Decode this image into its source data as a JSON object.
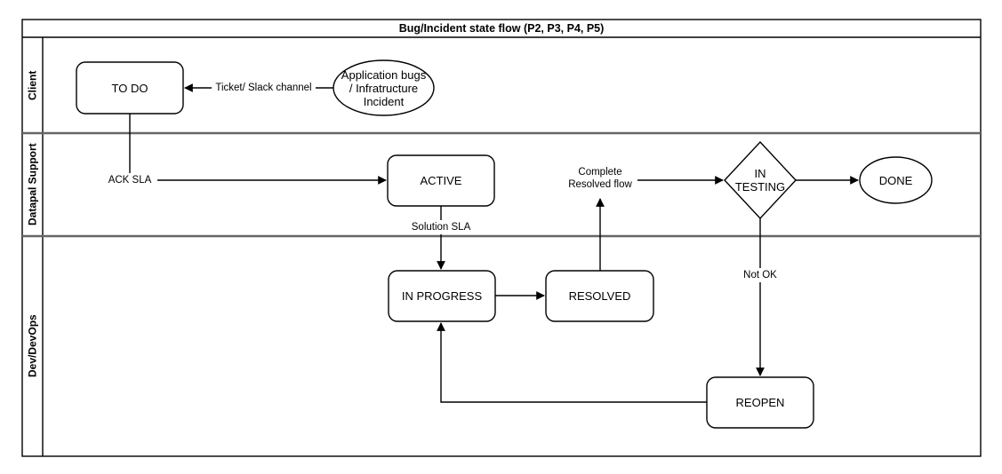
{
  "diagram": {
    "title": "Bug/Incident state flow (P2, P3, P4, P5)",
    "type": "swimlane-flowchart",
    "stroke_color": "#000000",
    "lane_divider_color": "#666666",
    "background": "#ffffff"
  },
  "lanes": [
    {
      "id": "client",
      "label": "Client"
    },
    {
      "id": "support",
      "label": "Datapal Support"
    },
    {
      "id": "dev",
      "label": "Dev/DevOps"
    }
  ],
  "nodes": [
    {
      "id": "todo",
      "label": "TO DO",
      "shape": "rounded-rect",
      "lane": "client"
    },
    {
      "id": "trigger",
      "label": "Application bugs\n/ Infratructure\nIncident",
      "shape": "ellipse",
      "lane": "client"
    },
    {
      "id": "active",
      "label": "ACTIVE",
      "shape": "rounded-rect",
      "lane": "support"
    },
    {
      "id": "in-testing",
      "label": "IN\nTESTING",
      "shape": "diamond",
      "lane": "support"
    },
    {
      "id": "done",
      "label": "DONE",
      "shape": "ellipse",
      "lane": "support"
    },
    {
      "id": "in-progress",
      "label": "IN PROGRESS",
      "shape": "rounded-rect",
      "lane": "dev"
    },
    {
      "id": "resolved",
      "label": "RESOLVED",
      "shape": "rounded-rect",
      "lane": "dev"
    },
    {
      "id": "reopen",
      "label": "REOPEN",
      "shape": "rounded-rect",
      "lane": "dev"
    }
  ],
  "edges": [
    {
      "id": "trigger-to-todo",
      "from": "trigger",
      "to": "todo",
      "label": "Ticket/ Slack channel"
    },
    {
      "id": "todo-to-active",
      "from": "todo",
      "to": "active",
      "label": "ACK SLA"
    },
    {
      "id": "active-to-inprogress",
      "from": "active",
      "to": "in-progress",
      "label": "Solution SLA"
    },
    {
      "id": "inprogress-to-resolved",
      "from": "in-progress",
      "to": "resolved",
      "label": ""
    },
    {
      "id": "resolved-to-intesting",
      "from": "resolved",
      "to": "in-testing",
      "label": "Complete\nResolved flow"
    },
    {
      "id": "intesting-to-done",
      "from": "in-testing",
      "to": "done",
      "label": ""
    },
    {
      "id": "intesting-to-reopen",
      "from": "in-testing",
      "to": "reopen",
      "label": "Not OK"
    },
    {
      "id": "reopen-to-inprogress",
      "from": "reopen",
      "to": "in-progress",
      "label": ""
    }
  ]
}
